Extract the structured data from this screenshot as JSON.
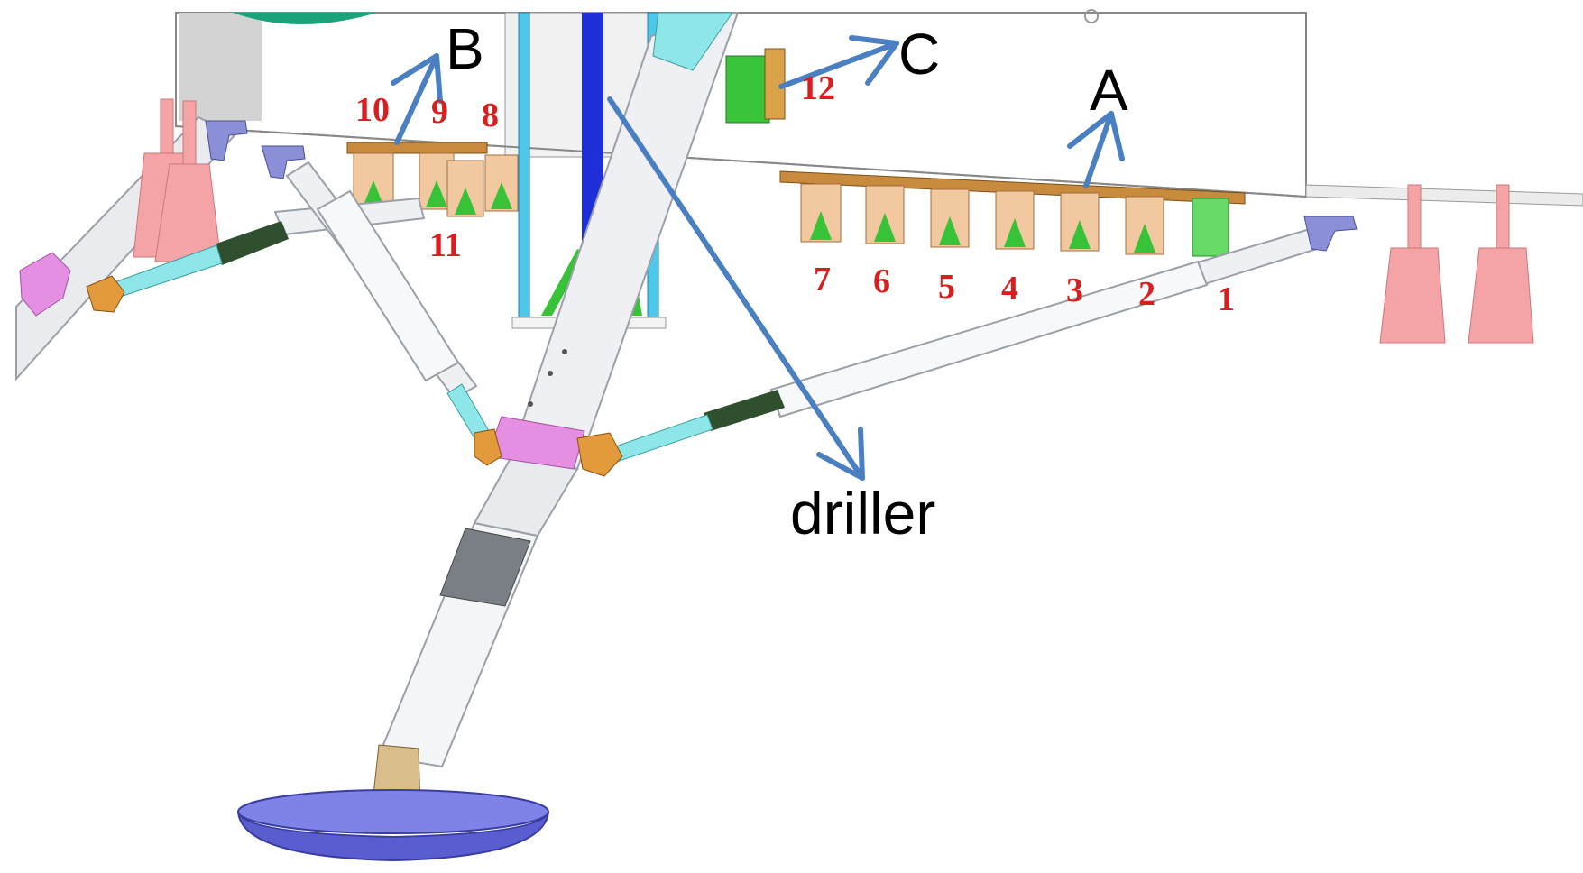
{
  "diagram": {
    "letter_labels": {
      "A": "A",
      "B": "B",
      "C": "C"
    },
    "driller_label": "driller",
    "component_numbers": [
      "1",
      "2",
      "3",
      "4",
      "5",
      "6",
      "7",
      "8",
      "9",
      "10",
      "11",
      "12"
    ],
    "colors": {
      "arrow": "#4a7fc1",
      "number_text": "#d81e1e",
      "label_text": "#000000",
      "tube": "#eef0f3",
      "tube_edge": "#9aa0a8",
      "cyan_rod": "#8fe6e8",
      "spring": "#2f4f2f",
      "clamp_pink": "#e58fe3",
      "bracket_orange": "#e39a3a",
      "thruster_pink": "#f4a3a6",
      "footpad_blue": "#6c6fe0",
      "mount_purple": "#8a8fd8",
      "plate_brown": "#c88a3c",
      "panel_tan": "#f2c8a0",
      "panel_green": "#37c237",
      "box_green": "#39c43a",
      "rod_blue": "#1e2fd8",
      "rod_lightblue": "#4fc7e8",
      "sphere_green": "#1aa37a"
    }
  }
}
